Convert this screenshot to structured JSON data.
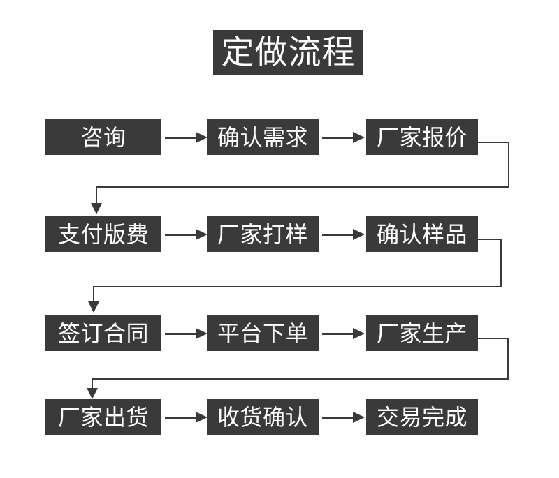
{
  "title": {
    "text": "定做流程"
  },
  "colors": {
    "box_fill": "#3a3a3a",
    "box_text": "#ffffff",
    "connector": "#3a3a3a",
    "background": "#ffffff"
  },
  "flow": {
    "rows": [
      {
        "nodes": [
          {
            "label": "咨询"
          },
          {
            "label": "确认需求"
          },
          {
            "label": "厂家报价"
          }
        ]
      },
      {
        "nodes": [
          {
            "label": "支付版费"
          },
          {
            "label": "厂家打样"
          },
          {
            "label": "确认样品"
          }
        ]
      },
      {
        "nodes": [
          {
            "label": "签订合同"
          },
          {
            "label": "平台下单"
          },
          {
            "label": "厂家生产"
          }
        ]
      },
      {
        "nodes": [
          {
            "label": "厂家出货"
          },
          {
            "label": "收货确认"
          },
          {
            "label": "交易完成"
          }
        ]
      }
    ],
    "sequence": [
      "咨询",
      "确认需求",
      "厂家报价",
      "支付版费",
      "厂家打样",
      "确认样品",
      "签订合同",
      "平台下单",
      "厂家生产",
      "厂家出货",
      "收货确认",
      "交易完成"
    ]
  }
}
